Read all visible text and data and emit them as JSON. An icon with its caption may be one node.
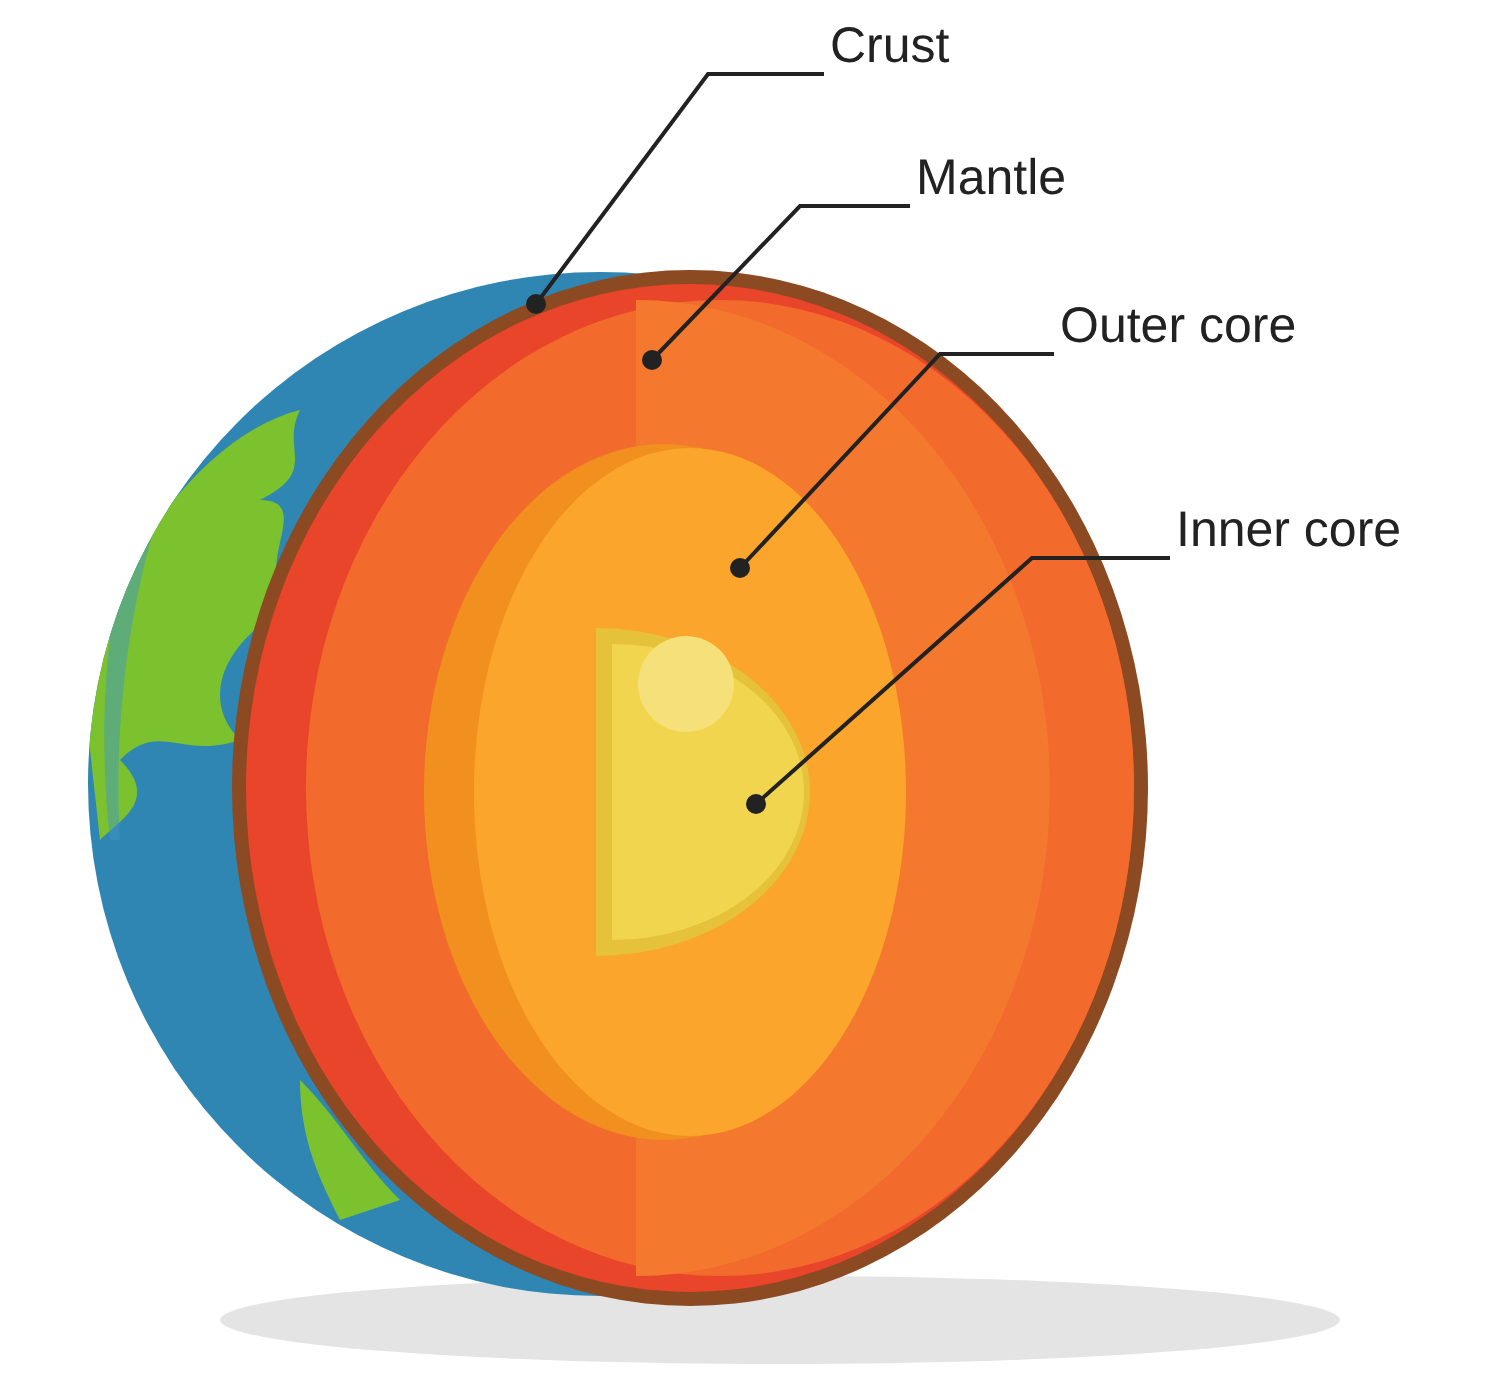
{
  "diagram": {
    "nodes": [
      {
        "text": [
          "Crust"
        ]
      },
      {
        "text": [
          "Mantle"
        ]
      },
      {
        "text": [
          "Outer core"
        ]
      },
      {
        "text": [
          "Inner core"
        ]
      },
      {
        "text": [],
        "shape": "circle"
      },
      {
        "text": [],
        "shape": "circle",
        "in": 4
      },
      {
        "text": [],
        "shape": "circle",
        "in": 5
      },
      {
        "text": [],
        "shape": "circle",
        "in": 6
      }
    ],
    "edges": [
      {
        "from": 0,
        "to": 4,
        "arrow": "other"
      },
      {
        "from": 1,
        "to": 5,
        "arrow": "other"
      },
      {
        "from": 2,
        "to": 6,
        "arrow": "other"
      },
      {
        "from": 3,
        "to": 7,
        "arrow": "other"
      }
    ]
  }
}
